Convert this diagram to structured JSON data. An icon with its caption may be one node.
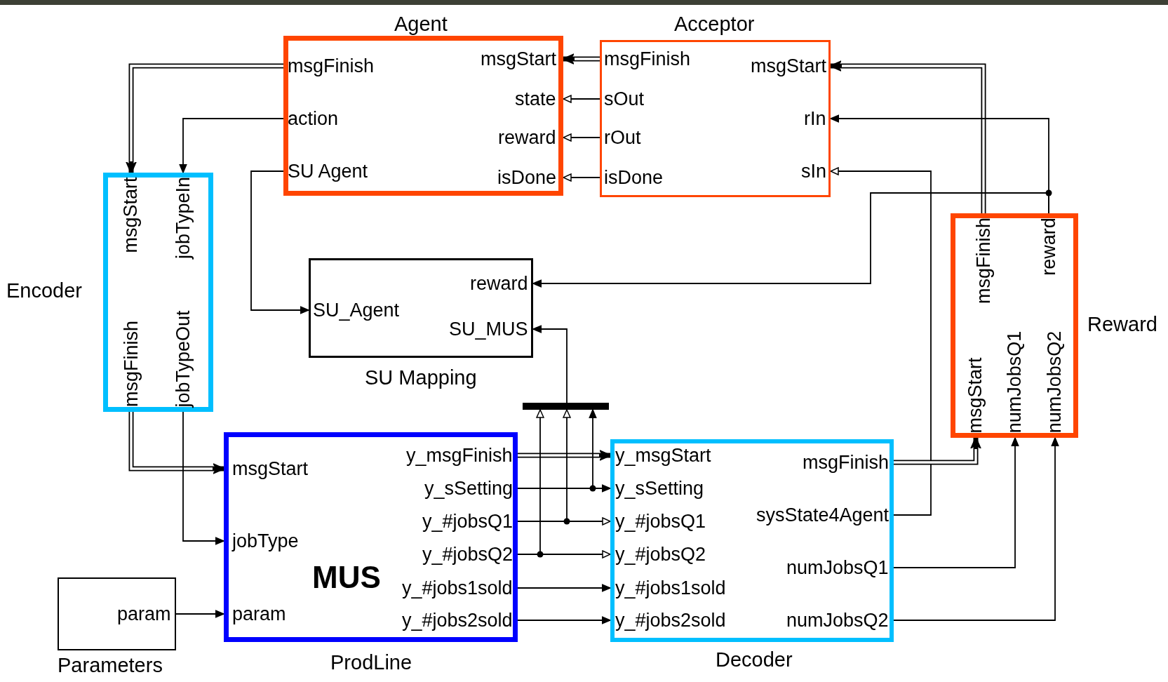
{
  "diagram": {
    "nodes": [
      {
        "text": [
          "Agent",
          "msgFinish",
          "action",
          "SU Agent",
          "msgStart",
          "state",
          "reward",
          "isDone"
        ]
      },
      {
        "text": [
          "Acceptor",
          "msgFinish",
          "sOut",
          "rOut",
          "isDone",
          "msgStart",
          "rIn",
          "sIn"
        ]
      },
      {
        "text": [
          "Encoder",
          "msgStart",
          "jobTypeIn",
          "msgFinish",
          "jobTypeOut"
        ]
      },
      {
        "text": [
          "SU Mapping",
          "SU_Agent",
          "reward",
          "SU_MUS"
        ]
      },
      {
        "text": [
          "ProdLine",
          "MUS",
          "msgStart",
          "jobType",
          "param",
          "y_msgFinish",
          "y_sSetting",
          "y_#jobsQ1",
          "y_#jobsQ2",
          "y_#jobs1sold",
          "y_#jobs2sold"
        ]
      },
      {
        "text": [
          "Decoder",
          "y_msgStart",
          "y_sSetting",
          "y_#jobsQ1",
          "y_#jobsQ2",
          "y_#jobs1sold",
          "y_#jobs2sold",
          "msgFinish",
          "sysState4Agent",
          "numJobsQ1",
          "numJobsQ2"
        ]
      },
      {
        "text": [
          "Reward",
          "msgFinish",
          "reward",
          "msgStart",
          "numJobsQ1",
          "numJobsQ2"
        ]
      },
      {
        "text": [
          "param",
          "Parameters"
        ]
      },
      {
        "text": [],
        "shape": "bar"
      }
    ],
    "edges": [
      {
        "from": 0,
        "to": 2,
        "arrow": "to",
        "style": "thick"
      },
      {
        "from": 0,
        "to": 2,
        "arrow": "to"
      },
      {
        "from": 0,
        "to": 3,
        "arrow": "to"
      },
      {
        "from": 1,
        "to": 0,
        "arrow": "to",
        "style": "thick"
      },
      {
        "from": 1,
        "to": 0,
        "arrow": "to"
      },
      {
        "from": 1,
        "to": 0,
        "arrow": "to"
      },
      {
        "from": 1,
        "to": 0,
        "arrow": "to"
      },
      {
        "from": 6,
        "to": 1,
        "arrow": "to",
        "style": "thick"
      },
      {
        "from": 6,
        "to": 1,
        "arrow": "to"
      },
      {
        "from": 6,
        "to": 3,
        "arrow": "to"
      },
      {
        "from": 5,
        "to": 1,
        "arrow": "to"
      },
      {
        "from": 8,
        "to": 3,
        "arrow": "to"
      },
      {
        "from": 2,
        "to": 4,
        "arrow": "to",
        "style": "thick"
      },
      {
        "from": 2,
        "to": 4,
        "arrow": "to"
      },
      {
        "from": 7,
        "to": 4,
        "arrow": "to"
      },
      {
        "from": 4,
        "to": 5,
        "arrow": "to",
        "style": "thick"
      },
      {
        "from": 4,
        "to": 5,
        "arrow": "to"
      },
      {
        "from": 4,
        "to": 8,
        "arrow": "to"
      },
      {
        "from": 4,
        "to": 5,
        "arrow": "to"
      },
      {
        "from": 4,
        "to": 8,
        "arrow": "to"
      },
      {
        "from": 4,
        "to": 5,
        "arrow": "to"
      },
      {
        "from": 4,
        "to": 8,
        "arrow": "to"
      },
      {
        "from": 4,
        "to": 5,
        "arrow": "to"
      },
      {
        "from": 4,
        "to": 5,
        "arrow": "to"
      },
      {
        "from": 5,
        "to": 6,
        "arrow": "to",
        "style": "thick"
      },
      {
        "from": 5,
        "to": 6,
        "arrow": "to"
      },
      {
        "from": 5,
        "to": 6,
        "arrow": "to"
      }
    ]
  }
}
